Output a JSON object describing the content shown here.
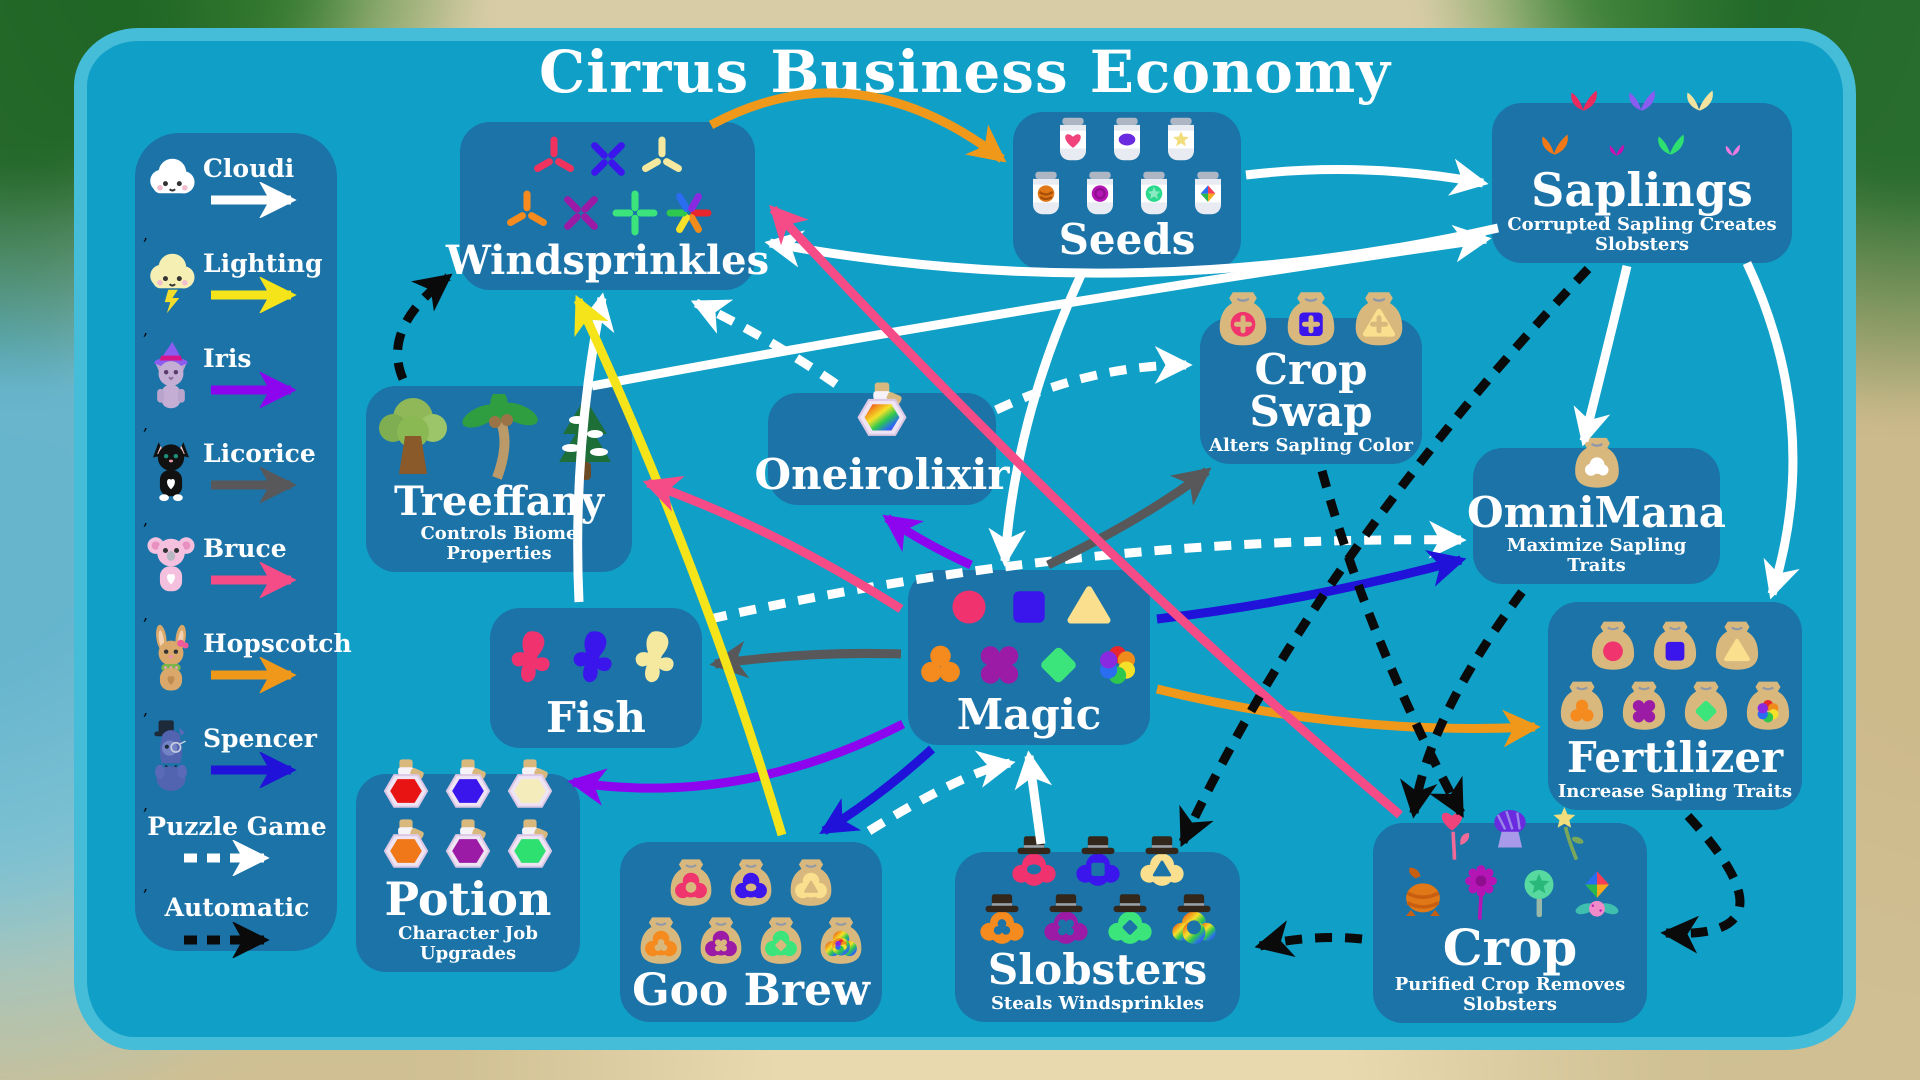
{
  "title": "Cirrus Business Economy",
  "colors": {
    "panel": "#109fc7",
    "panel_border": "#45bcd8",
    "node_bg": "#1b73a8",
    "bag_tan": "#d9b87e",
    "rainbow": [
      "#e8262b",
      "#f08c1c",
      "#f5e02a",
      "#2ec84e",
      "#2a6df0",
      "#8a2ae0"
    ],
    "arrows": {
      "white": "#ffffff",
      "yellow": "#f5e41a",
      "purple": "#8d05ef",
      "gray": "#58585a",
      "pink": "#f54b86",
      "orange": "#f0981a",
      "blue": "#2012d9",
      "black": "#0a0a0a"
    }
  },
  "legend": {
    "entries": [
      {
        "id": "cloudi",
        "label": "Cloudi",
        "color": "white",
        "dash": false
      },
      {
        "id": "lighting",
        "label": "Lighting",
        "color": "yellow",
        "dash": false
      },
      {
        "id": "iris",
        "label": "Iris",
        "color": "purple",
        "dash": false
      },
      {
        "id": "licorice",
        "label": "Licorice",
        "color": "gray",
        "dash": false
      },
      {
        "id": "bruce",
        "label": "Bruce",
        "color": "pink",
        "dash": false
      },
      {
        "id": "hopscotch",
        "label": "Hopscotch",
        "color": "orange",
        "dash": false
      },
      {
        "id": "spencer",
        "label": "Spencer",
        "color": "blue",
        "dash": false
      },
      {
        "id": "puzzle",
        "label": "Puzzle Game",
        "color": "white",
        "dash": true
      },
      {
        "id": "automatic",
        "label": "Automatic",
        "color": "black",
        "dash": true
      }
    ]
  },
  "nodes": {
    "windsprinkles": {
      "title": "Windsprinkles",
      "icons": [
        [
          {
            "t": "spin",
            "n": 3,
            "c": "#f0335e"
          },
          {
            "t": "spin",
            "n": 4,
            "c": "#3b16ec"
          },
          {
            "t": "spin",
            "n": 3,
            "c": "#f5e9a0"
          }
        ],
        [
          {
            "t": "spin",
            "n": 3,
            "c": "#f58a1f"
          },
          {
            "t": "spin",
            "n": 4,
            "c": "#9c1ba6"
          },
          {
            "t": "spin",
            "n": "plus",
            "c": "#3ce57c"
          },
          {
            "t": "spin",
            "n": 6,
            "c": "rainbow"
          }
        ]
      ]
    },
    "seeds": {
      "title": "Seeds",
      "icons": [
        [
          {
            "t": "jar",
            "s": "heart",
            "c": "#f0437c"
          },
          {
            "t": "jar",
            "s": "oval",
            "c": "#6a2ae0"
          },
          {
            "t": "jar",
            "s": "star",
            "c": "#f2dd7c"
          }
        ],
        [
          {
            "t": "jar",
            "s": "swirlseed",
            "c": "#e07818"
          },
          {
            "t": "jar",
            "s": "rose",
            "c": "#b515b5"
          },
          {
            "t": "jar",
            "s": "globe",
            "c": "#2ad98e"
          },
          {
            "t": "jar",
            "s": "gem",
            "c": "rainbow"
          }
        ]
      ]
    },
    "saplings": {
      "title": "Saplings",
      "subtitle": "Corrupted Sapling Creates Slobsters",
      "icons": [
        [
          {
            "t": "sprout",
            "c": "#ec2a5e"
          },
          {
            "t": "sprout",
            "c": "#8a5cf0"
          },
          {
            "t": "sprout",
            "c": "#f2e4a0"
          }
        ],
        [
          {
            "t": "sprout",
            "c": "#f07818"
          },
          {
            "t": "sproutS",
            "c": "#cc0fb0"
          },
          {
            "t": "sprout",
            "c": "#2ee070"
          },
          {
            "t": "sproutS",
            "c": "#f07ae0"
          }
        ]
      ]
    },
    "cropswap": {
      "title": "Crop Swap",
      "subtitle": "Alters Sapling Color",
      "icons": [
        [
          {
            "t": "bag",
            "s": "plus-circle",
            "c": "#f0346e"
          },
          {
            "t": "bag",
            "s": "plus-square",
            "c": "#3b16ec"
          },
          {
            "t": "bag",
            "s": "plus-tri",
            "c": "#fae08e"
          }
        ]
      ]
    },
    "treeffany": {
      "title": "Treeffany",
      "subtitle": "Controls Biome Properties",
      "icons": [
        [
          {
            "t": "oak"
          },
          {
            "t": "palm"
          },
          {
            "t": "pine"
          }
        ]
      ]
    },
    "oneirolixir": {
      "title": "Oneirolixir",
      "icons": [
        [
          {
            "t": "potion",
            "c": "rainbow"
          }
        ]
      ]
    },
    "omnimana": {
      "title": "OmniMana",
      "subtitle": "Maximize Sapling Traits",
      "icons": [
        [
          {
            "t": "bag",
            "s": "cloud",
            "c": "#ffffff"
          }
        ]
      ]
    },
    "fish": {
      "title": "Fish",
      "icons": [
        [
          {
            "t": "fish",
            "c": "#f0336e"
          },
          {
            "t": "fish",
            "c": "#3b16ec"
          },
          {
            "t": "fish",
            "c": "#f5e9a0"
          }
        ]
      ]
    },
    "magic": {
      "title": "Magic",
      "icons": [
        [
          {
            "t": "shape",
            "s": "circle",
            "c": "#f0336e"
          },
          {
            "t": "shape",
            "s": "square",
            "c": "#3b16ec"
          },
          {
            "t": "shape",
            "s": "tri",
            "c": "#fae08e"
          }
        ],
        [
          {
            "t": "shape",
            "s": "trefoil",
            "c": "#f58a1f"
          },
          {
            "t": "shape",
            "s": "quat",
            "c": "#9c1ba6"
          },
          {
            "t": "shape",
            "s": "diamond",
            "c": "#3ce57c"
          },
          {
            "t": "shape",
            "s": "swirl",
            "c": "rainbow"
          }
        ]
      ]
    },
    "fertilizer": {
      "title": "Fertilizer",
      "subtitle": "Increase Sapling Traits",
      "icons": [
        [
          {
            "t": "bag",
            "s": "circle",
            "c": "#f0346e"
          },
          {
            "t": "bag",
            "s": "square",
            "c": "#3b16ec"
          },
          {
            "t": "bag",
            "s": "tri",
            "c": "#fae08e"
          }
        ],
        [
          {
            "t": "bag",
            "s": "trefoil",
            "c": "#f58a1f"
          },
          {
            "t": "bag",
            "s": "quat",
            "c": "#9c1ba6"
          },
          {
            "t": "bag",
            "s": "diamond",
            "c": "#3ce57c"
          },
          {
            "t": "bag",
            "s": "swirl",
            "c": "rainbow"
          }
        ]
      ]
    },
    "potion": {
      "title": "Potion",
      "subtitle": "Character Job Upgrades",
      "icons": [
        [
          {
            "t": "potion",
            "c": "#e81414"
          },
          {
            "t": "potion",
            "c": "#3b16ec"
          },
          {
            "t": "potion",
            "c": "#f5ecbc"
          }
        ],
        [
          {
            "t": "potion",
            "c": "#f07818"
          },
          {
            "t": "potion",
            "c": "#9c1ba6"
          },
          {
            "t": "potion",
            "c": "#2ee070"
          }
        ]
      ]
    },
    "goobrew": {
      "title": "Goo Brew",
      "icons": [
        [
          {
            "t": "goo",
            "s": "circle",
            "c": "#f0346e"
          },
          {
            "t": "goo",
            "s": "oval",
            "c": "#3b16ec"
          },
          {
            "t": "goo",
            "s": "tri",
            "c": "#fae08e"
          }
        ],
        [
          {
            "t": "goo",
            "s": "trefoil",
            "c": "#f58a1f"
          },
          {
            "t": "goo",
            "s": "quat",
            "c": "#9c1ba6"
          },
          {
            "t": "goo",
            "s": "diamond",
            "c": "#3ce57c"
          },
          {
            "t": "goo",
            "s": "swirl",
            "c": "rainbow"
          }
        ]
      ]
    },
    "slobsters": {
      "title": "Slobsters",
      "subtitle": "Steals Windsprinkles",
      "icons": [
        [
          {
            "t": "slob",
            "s": "oval",
            "c": "#f0336e"
          },
          {
            "t": "slob",
            "s": "square",
            "c": "#3b16ec"
          },
          {
            "t": "slob",
            "s": "tri",
            "c": "#fae08e"
          }
        ],
        [
          {
            "t": "slob",
            "s": "trefoil",
            "c": "#f58a1f"
          },
          {
            "t": "slob",
            "s": "quat",
            "c": "#9c1ba6"
          },
          {
            "t": "slob",
            "s": "diamond",
            "c": "#3ce57c"
          },
          {
            "t": "slob",
            "s": "circle",
            "c": "rainbow"
          }
        ]
      ]
    },
    "crop": {
      "title": "Crop",
      "subtitle": "Purified Crop Removes Slobsters",
      "icons": [
        [
          {
            "t": "crop",
            "s": "heartflower",
            "c": "#f0437c"
          },
          {
            "t": "crop",
            "s": "mushroom",
            "c": "#6a2ae0"
          },
          {
            "t": "crop",
            "s": "starflower",
            "c": "#f2dd7c"
          }
        ],
        [
          {
            "t": "crop",
            "s": "pumpkin",
            "c": "#e07818"
          },
          {
            "t": "crop",
            "s": "dahlia",
            "c": "#b515b5"
          },
          {
            "t": "crop",
            "s": "globetree",
            "c": "#2ad98e"
          },
          {
            "t": "crop",
            "s": "gemflower",
            "c": "rainbow"
          }
        ]
      ]
    }
  },
  "edges": [
    {
      "from": "windsprinkles",
      "to": "seeds",
      "color": "orange",
      "dash": false,
      "fa": [
        0.85,
        0.02
      ],
      "ta": [
        -0.05,
        0.3
      ],
      "bend": [
        0,
        -95
      ]
    },
    {
      "from": "seeds",
      "to": "saplings",
      "color": "white",
      "dash": false,
      "fa": [
        1.02,
        0.4
      ],
      "ta": [
        -0.03,
        0.5
      ],
      "bend": [
        0,
        -18
      ]
    },
    {
      "from": "saplings",
      "to": "windsprinkles",
      "color": "white",
      "dash": false,
      "fa": [
        0.02,
        0.78
      ],
      "ta": [
        1.05,
        0.72
      ],
      "bend": [
        0,
        75
      ]
    },
    {
      "from": "treeffany",
      "to": "saplings",
      "color": "white",
      "dash": false,
      "fa": [
        0.85,
        0.0
      ],
      "ta": [
        -0.02,
        0.85
      ],
      "bend": [
        0,
        -10
      ]
    },
    {
      "from": "saplings",
      "to": "omnimana",
      "color": "white",
      "dash": false,
      "fa": [
        0.45,
        1.02
      ],
      "ta": [
        0.45,
        -0.05
      ],
      "bend": [
        0,
        0
      ]
    },
    {
      "from": "saplings",
      "to": "fertilizer",
      "color": "white",
      "dash": false,
      "fa": [
        0.85,
        1.0
      ],
      "ta": [
        0.88,
        -0.04
      ],
      "bend": [
        65,
        0
      ]
    },
    {
      "from": "fish",
      "to": "windsprinkles",
      "color": "white",
      "dash": false,
      "fa": [
        0.42,
        -0.04
      ],
      "ta": [
        0.48,
        1.05
      ],
      "bend": [
        -18,
        0
      ]
    },
    {
      "from": "seeds",
      "to": "magic",
      "color": "white",
      "dash": false,
      "fa": [
        0.3,
        1.03
      ],
      "ta": [
        0.4,
        -0.05
      ],
      "bend": [
        -28,
        0
      ]
    },
    {
      "from": "slobsters",
      "to": "magic",
      "color": "white",
      "dash": false,
      "fa": [
        0.3,
        -0.05
      ],
      "ta": [
        0.5,
        1.06
      ],
      "bend": [
        0,
        0
      ]
    },
    {
      "from": "goobrew",
      "to": "magic",
      "color": "white",
      "dash": true,
      "fa": [
        0.95,
        -0.06
      ],
      "ta": [
        0.42,
        1.1
      ],
      "bend": [
        25,
        -25
      ]
    },
    {
      "from": "oneirolixir",
      "to": "windsprinkles",
      "color": "white",
      "dash": true,
      "fa": [
        0.3,
        -0.08
      ],
      "ta": [
        0.8,
        1.08
      ],
      "bend": [
        0,
        -8
      ]
    },
    {
      "from": "fish",
      "to": "omnimana",
      "color": "white",
      "dash": true,
      "fa": [
        1.04,
        0.08
      ],
      "ta": [
        -0.05,
        0.68
      ],
      "bend": [
        0,
        -45
      ]
    },
    {
      "from": "oneirolixir",
      "to": "cropswap",
      "color": "white",
      "dash": true,
      "fa": [
        1.0,
        0.15
      ],
      "ta": [
        -0.06,
        0.32
      ],
      "bend": [
        0,
        -22
      ]
    },
    {
      "from": "magic",
      "to": "cropswap",
      "color": "gray",
      "dash": false,
      "fa": [
        0.58,
        -0.03
      ],
      "ta": [
        0.03,
        1.05
      ],
      "bend": [
        18,
        0
      ]
    },
    {
      "from": "magic",
      "to": "fish",
      "color": "gray",
      "dash": false,
      "fa": [
        -0.03,
        0.48
      ],
      "ta": [
        1.06,
        0.4
      ],
      "bend": [
        0,
        -8
      ]
    },
    {
      "from": "magic",
      "to": "fertilizer",
      "color": "orange",
      "dash": false,
      "fa": [
        1.03,
        0.68
      ],
      "ta": [
        -0.05,
        0.6
      ],
      "bend": [
        0,
        28
      ]
    },
    {
      "from": "magic",
      "to": "omnimana",
      "color": "blue",
      "dash": false,
      "fa": [
        1.03,
        0.28
      ],
      "ta": [
        -0.05,
        0.82
      ],
      "bend": [
        0,
        12
      ]
    },
    {
      "from": "magic",
      "to": "goobrew",
      "color": "blue",
      "dash": false,
      "fa": [
        0.1,
        1.02
      ],
      "ta": [
        0.78,
        -0.06
      ],
      "bend": [
        0,
        8
      ]
    },
    {
      "from": "magic",
      "to": "oneirolixir",
      "color": "purple",
      "dash": false,
      "fa": [
        0.26,
        -0.03
      ],
      "ta": [
        0.52,
        1.12
      ],
      "bend": [
        -8,
        0
      ]
    },
    {
      "from": "magic",
      "to": "potion",
      "color": "purple",
      "dash": false,
      "fa": [
        -0.02,
        0.88
      ],
      "ta": [
        0.97,
        0.04
      ],
      "bend": [
        0,
        55
      ]
    },
    {
      "from": "goobrew",
      "to": "windsprinkles",
      "color": "yellow",
      "dash": false,
      "fa": [
        0.62,
        -0.04
      ],
      "ta": [
        0.4,
        1.06
      ],
      "bend": [
        22,
        0
      ]
    },
    {
      "from": "crop",
      "to": "windsprinkles",
      "color": "pink",
      "dash": false,
      "fa": [
        0.1,
        -0.04
      ],
      "ta": [
        1.06,
        0.52
      ],
      "bend": [
        0,
        35
      ]
    },
    {
      "from": "magic",
      "to": "treeffany",
      "color": "pink",
      "dash": false,
      "fa": [
        -0.03,
        0.22
      ],
      "ta": [
        1.06,
        0.52
      ],
      "bend": [
        0,
        -18
      ]
    },
    {
      "from": "treeffany",
      "to": "windsprinkles",
      "color": "black",
      "dash": true,
      "fa": [
        0.14,
        -0.04
      ],
      "ta": [
        -0.04,
        0.92
      ],
      "bend": [
        -45,
        0
      ]
    },
    {
      "from": "saplings",
      "to": "slobsters",
      "color": "black",
      "dash": true,
      "fa": [
        0.32,
        1.04
      ],
      "ta": [
        0.8,
        -0.06
      ],
      "bend": [
        -70,
        0
      ]
    },
    {
      "from": "cropswap",
      "to": "crop",
      "color": "black",
      "dash": true,
      "fa": [
        0.55,
        1.05
      ],
      "ta": [
        0.32,
        -0.05
      ],
      "bend": [
        -22,
        0
      ]
    },
    {
      "from": "omnimana",
      "to": "crop",
      "color": "black",
      "dash": true,
      "fa": [
        0.2,
        1.06
      ],
      "ta": [
        0.15,
        -0.05
      ],
      "bend": [
        -40,
        15
      ]
    },
    {
      "from": "fertilizer",
      "to": "crop",
      "color": "black",
      "dash": true,
      "fa": [
        0.55,
        1.03
      ],
      "ta": [
        1.07,
        0.55
      ],
      "bend": [
        125,
        65
      ]
    },
    {
      "from": "crop",
      "to": "slobsters",
      "color": "black",
      "dash": true,
      "fa": [
        -0.04,
        0.58
      ],
      "ta": [
        1.07,
        0.55
      ],
      "bend": [
        0,
        -8
      ]
    }
  ]
}
